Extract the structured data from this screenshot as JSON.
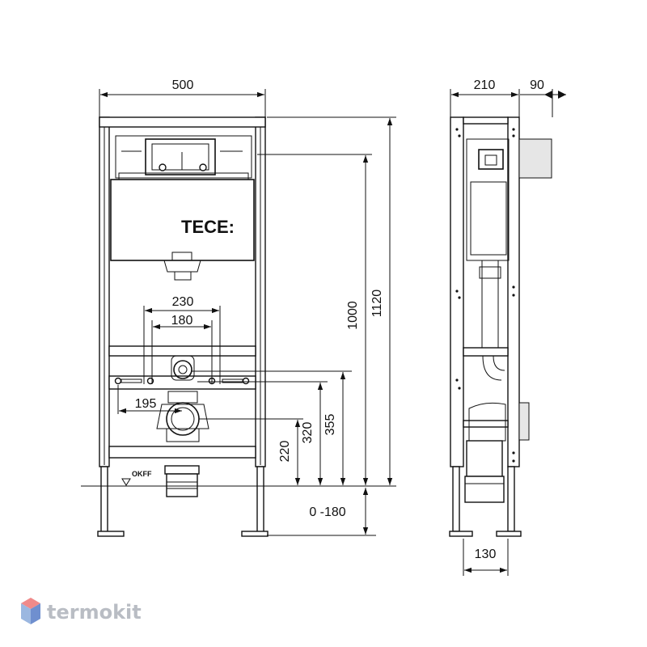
{
  "front_view": {
    "width_label": "500",
    "brand_label": "TECE:",
    "spacing_outer_label": "230",
    "spacing_inner_label": "180",
    "drain_offset_label": "195",
    "okff_label": "OKFF"
  },
  "vertical_dims": {
    "h_220": "220",
    "h_320": "320",
    "h_355": "355",
    "h_1000": "1000",
    "h_1120": "1120",
    "adjust_range": "0 -180"
  },
  "side_view": {
    "depth_label": "210",
    "flush_plate_label": "90",
    "foot_depth_label": "130"
  },
  "watermark": {
    "text": "termokit",
    "colors": {
      "top": "#f08a8a",
      "left": "#9bb7e0",
      "right": "#6f8fcf"
    }
  }
}
